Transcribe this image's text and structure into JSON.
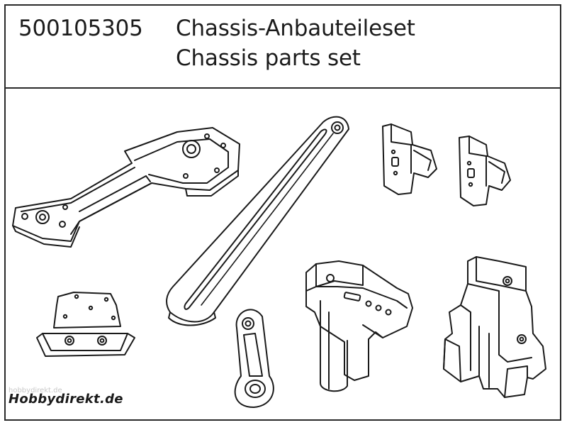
{
  "header": {
    "part_number": "500105305",
    "title_de": "Chassis-Anbauteileset",
    "title_en": "Chassis parts set"
  },
  "watermark": {
    "text": "Hobbydirekt.de",
    "faint_text": "hobbydirekt.de"
  },
  "parts": [
    "chassis-plate",
    "long-strut",
    "mount-bracket-left",
    "mount-bracket-right",
    "bumper-mount",
    "steering-arm",
    "servo-saver-post",
    "shock-tower-mount"
  ]
}
